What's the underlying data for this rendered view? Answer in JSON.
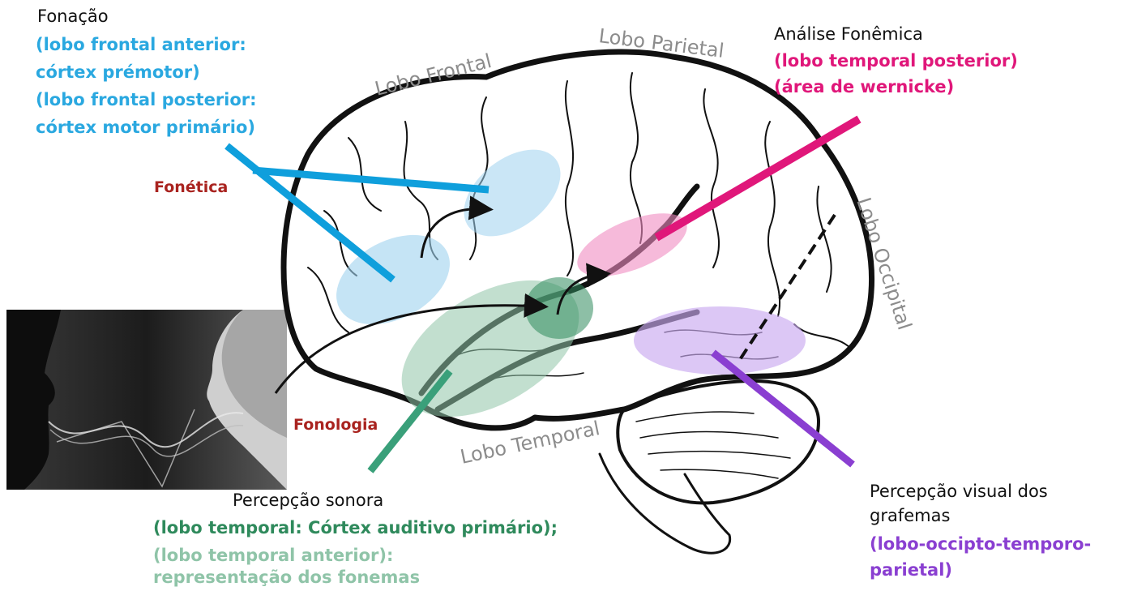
{
  "lobes": {
    "frontal": "Lobo Frontal",
    "parietal": "Lobo Parietal",
    "occipital": "Lobo Occipital",
    "temporal": "Lobo Temporal"
  },
  "fonacao": {
    "title": "Fonação",
    "line1": "(lobo frontal anterior:",
    "line2": "córtex prémotor)",
    "line3": "(lobo frontal posterior:",
    "line4": "córtex motor primário)",
    "color": "#2aa8e0"
  },
  "fonetica": {
    "label": "Fonética",
    "color": "#a9231f"
  },
  "fonologia": {
    "label": "Fonologia",
    "color": "#a9231f"
  },
  "analise": {
    "title": "Análise Fonêmica",
    "line1": "(lobo temporal posterior)",
    "line2": "(área de wernicke)",
    "color": "#e0177a"
  },
  "sonora": {
    "title": "Percepção sonora",
    "line1": "(lobo temporal: Córtex auditivo primário);",
    "line2": "(lobo temporal anterior):",
    "line3": "representação dos fonemas",
    "color1": "#2f8a5c",
    "color2": "#8fc4a8"
  },
  "visual": {
    "title1": "Percepção visual dos",
    "title2": "grafemas",
    "line1": "(lobo-occipto-temporo-",
    "line2": "parietal)",
    "color": "#8a3fd1"
  }
}
